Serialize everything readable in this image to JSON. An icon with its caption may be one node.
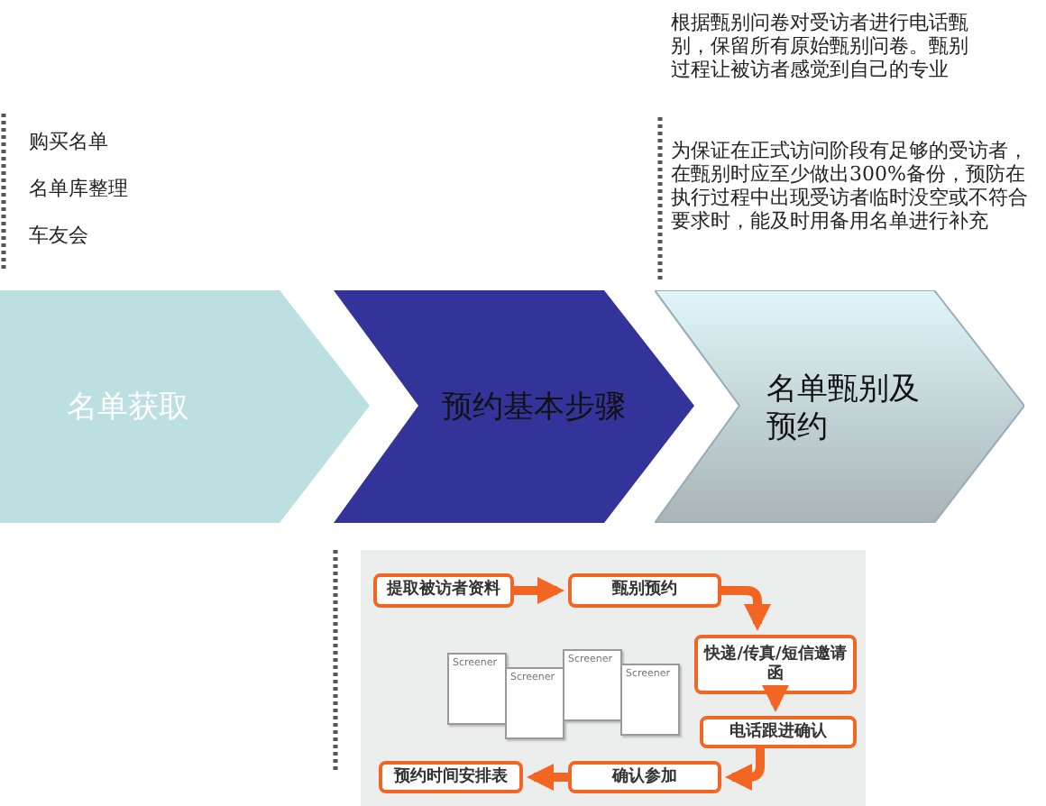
{
  "diagram": {
    "nodes": [
      {
        "text": [
          "名单获取"
        ]
      },
      {
        "text": [
          "预约基本步骤"
        ]
      },
      {
        "text": [
          "名单甄别及预约"
        ]
      },
      {
        "text": [
          "提取被访者资料"
        ]
      },
      {
        "text": [
          "甄别预约"
        ]
      },
      {
        "text": [
          "快递/传真/短信邀请函"
        ]
      },
      {
        "text": [
          "电话跟进确认"
        ]
      },
      {
        "text": [
          "确认参加"
        ]
      },
      {
        "text": [
          "预约时间安排表"
        ]
      }
    ],
    "edges": [
      {
        "from": 3,
        "to": 4,
        "arrow": "to"
      },
      {
        "from": 4,
        "to": 5,
        "arrow": "to"
      },
      {
        "from": 5,
        "to": 6,
        "arrow": "to"
      },
      {
        "from": 6,
        "to": 7,
        "arrow": "to"
      },
      {
        "from": 7,
        "to": 8,
        "arrow": "to"
      }
    ],
    "labels": [
      "根据甄别问卷对受访者进行电话甄别，保留所有原始甄别问卷。甄别过程让被访者感觉到自己的专业",
      "购买名单",
      "名单库整理",
      "车友会",
      "为保证在正式访问阶段有足够的受访者，在甄别时应至少做出300%备份，预防在执行过程中出现受访者临时没空或不符合要求时，能及时用备用名单进行补充",
      "Screener",
      "Screener",
      "Screener",
      "Screener"
    ]
  }
}
